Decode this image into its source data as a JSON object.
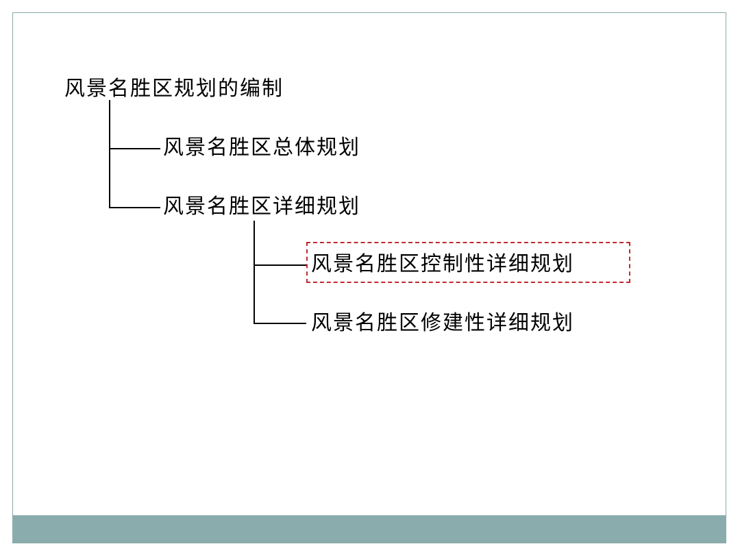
{
  "tree": {
    "root": {
      "label": "风景名胜区规划的编制",
      "children": [
        {
          "label": "风景名胜区总体规划"
        },
        {
          "label": "风景名胜区详细规划",
          "children": [
            {
              "label": "风景名胜区控制性详细规划",
              "highlighted": true
            },
            {
              "label": "风景名胜区修建性详细规划"
            }
          ]
        }
      ]
    }
  },
  "colors": {
    "frame_border": "#8aa8a8",
    "footer_band": "#8aacac",
    "highlight_border": "#c0282d",
    "text": "#000000"
  }
}
